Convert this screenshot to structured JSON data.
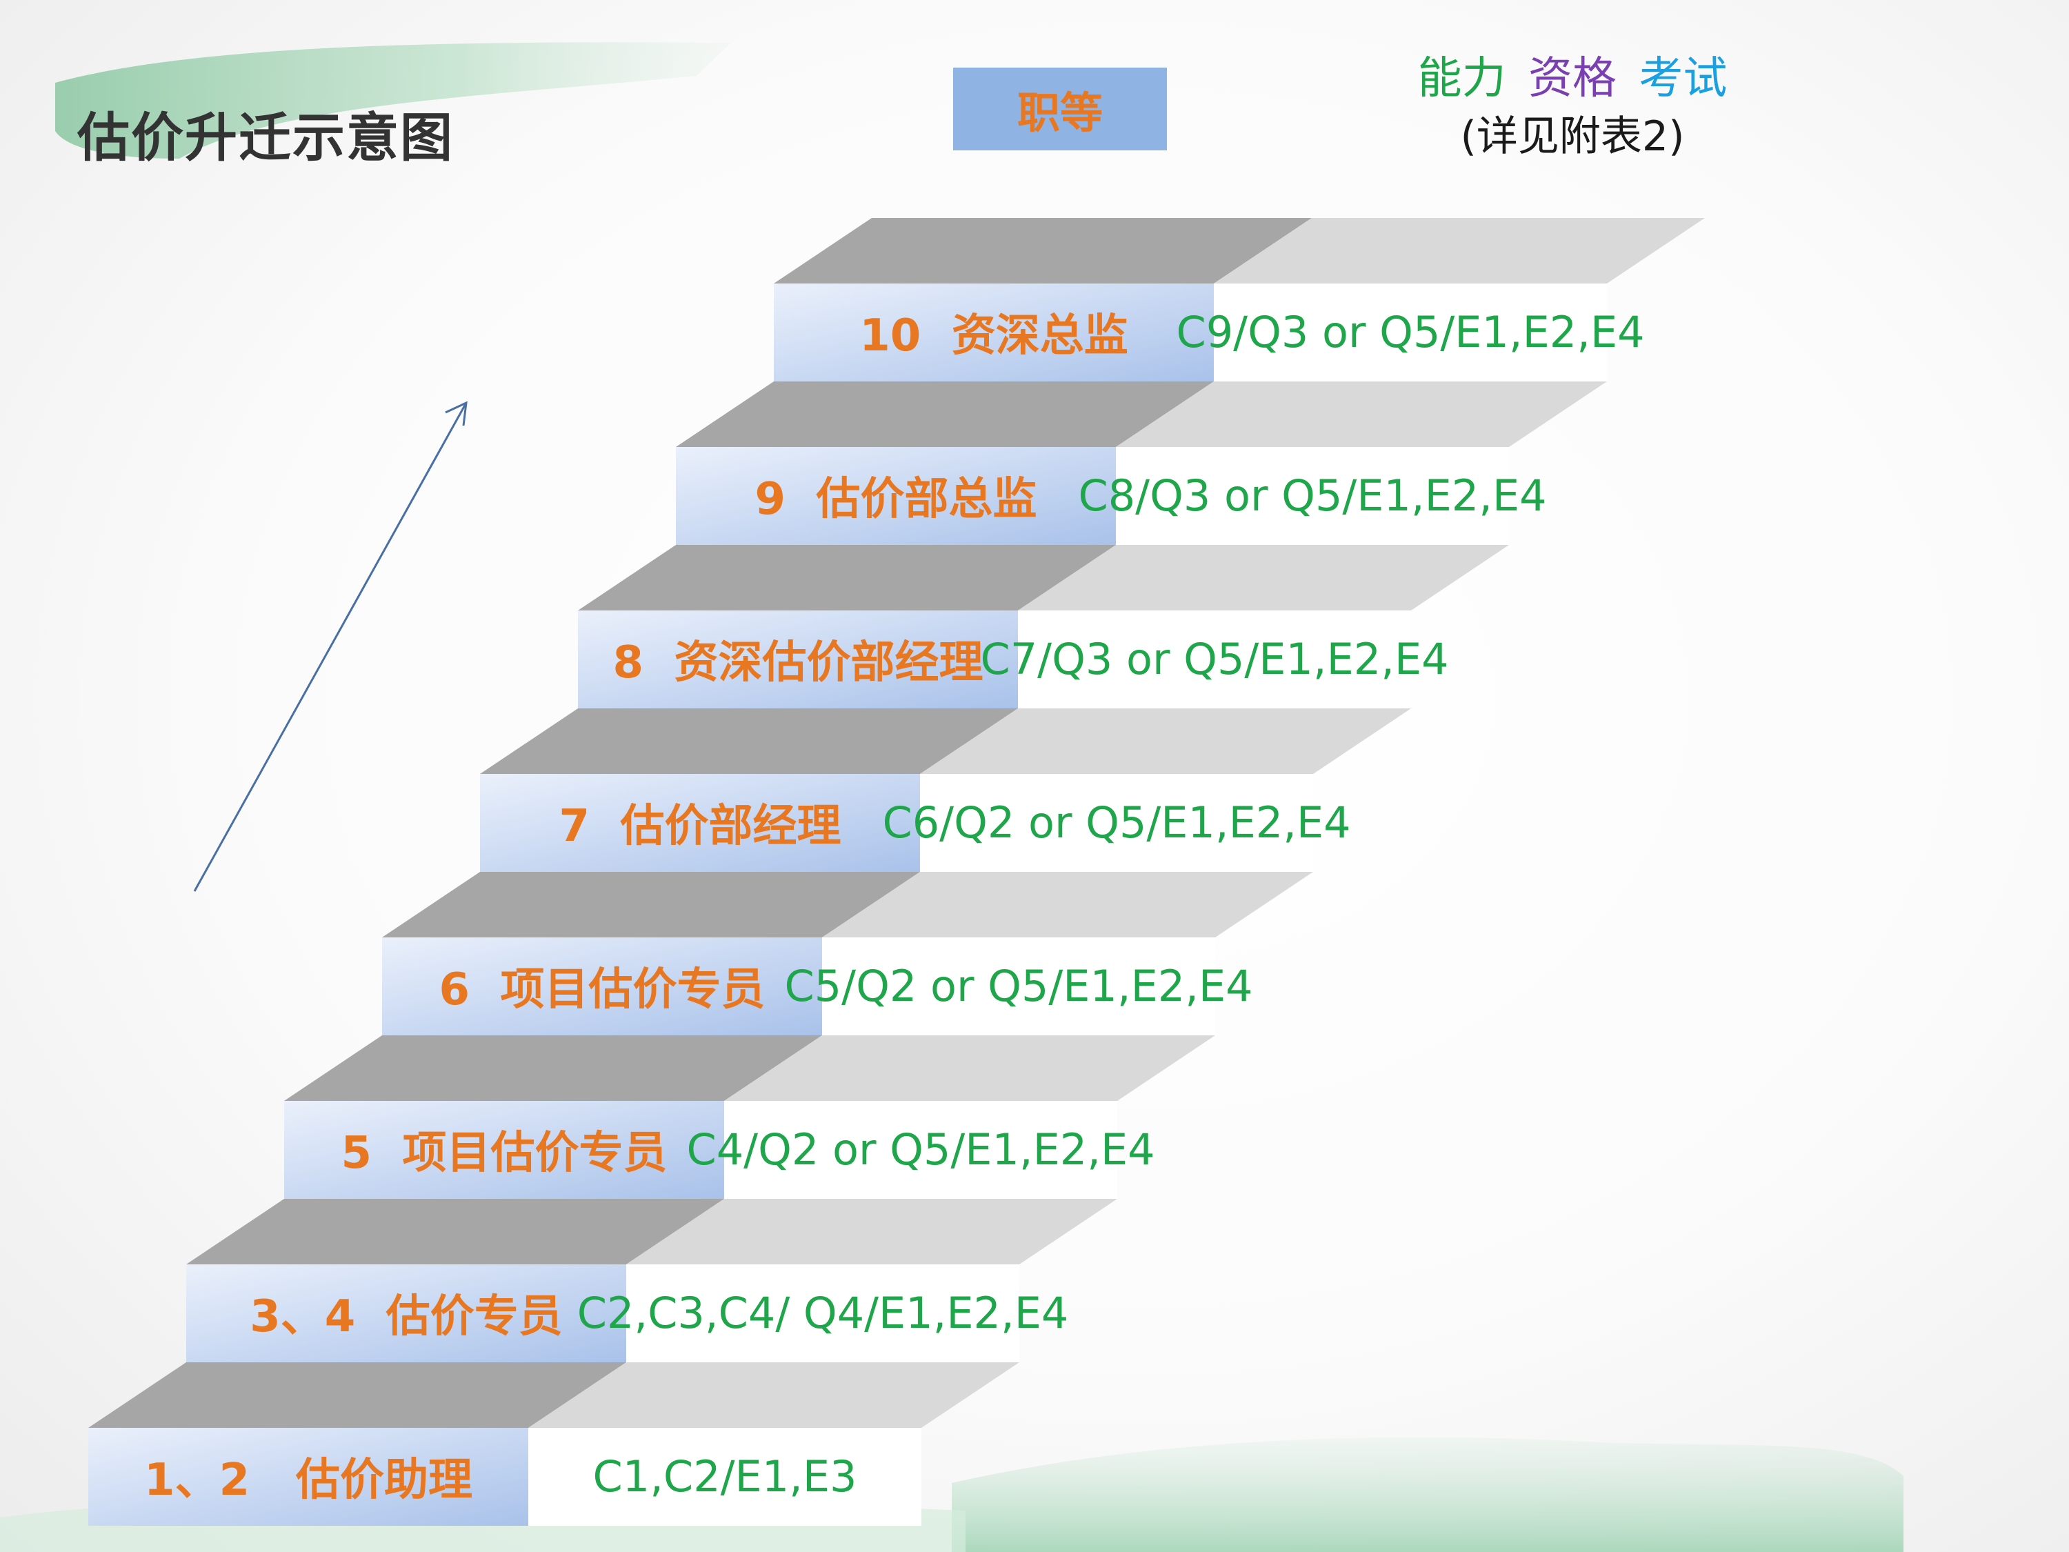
{
  "title": "估价升迁示意图",
  "grade_header": "职等",
  "legend": {
    "words": [
      {
        "text": "能力",
        "color": "#1fa64b"
      },
      {
        "text": "资格",
        "color": "#7a3fb0"
      },
      {
        "text": "考试",
        "color": "#1aa0e0"
      }
    ],
    "note": "(详见附表2)"
  },
  "colors": {
    "label_text": "#e87722",
    "requirement_text": "#1fa64b",
    "grade_box": "#8fb4e3",
    "tread_dark": "#a6a6a6",
    "tread_light": "#d9d9d9"
  },
  "steps": [
    {
      "label": "1、2   估价助理",
      "requirement": "C1,C2/E1,E3"
    },
    {
      "label": "3、4  估价专员",
      "requirement": "C2,C3,C4/ Q4/E1,E2,E4"
    },
    {
      "label": "5  项目估价专员",
      "requirement": "C4/Q2 or Q5/E1,E2,E4"
    },
    {
      "label": "6  项目估价专员",
      "requirement": "C5/Q2 or Q5/E1,E2,E4"
    },
    {
      "label": "7  估价部经理",
      "requirement": "C6/Q2 or Q5/E1,E2,E4"
    },
    {
      "label": "8  资深估价部经理",
      "requirement": "C7/Q3 or Q5/E1,E2,E4"
    },
    {
      "label": "9  估价部总监",
      "requirement": "C8/Q3 or Q5/E1,E2,E4"
    },
    {
      "label": "10  资深总监",
      "requirement": "C9/Q3 or Q5/E1,E2,E4"
    }
  ]
}
